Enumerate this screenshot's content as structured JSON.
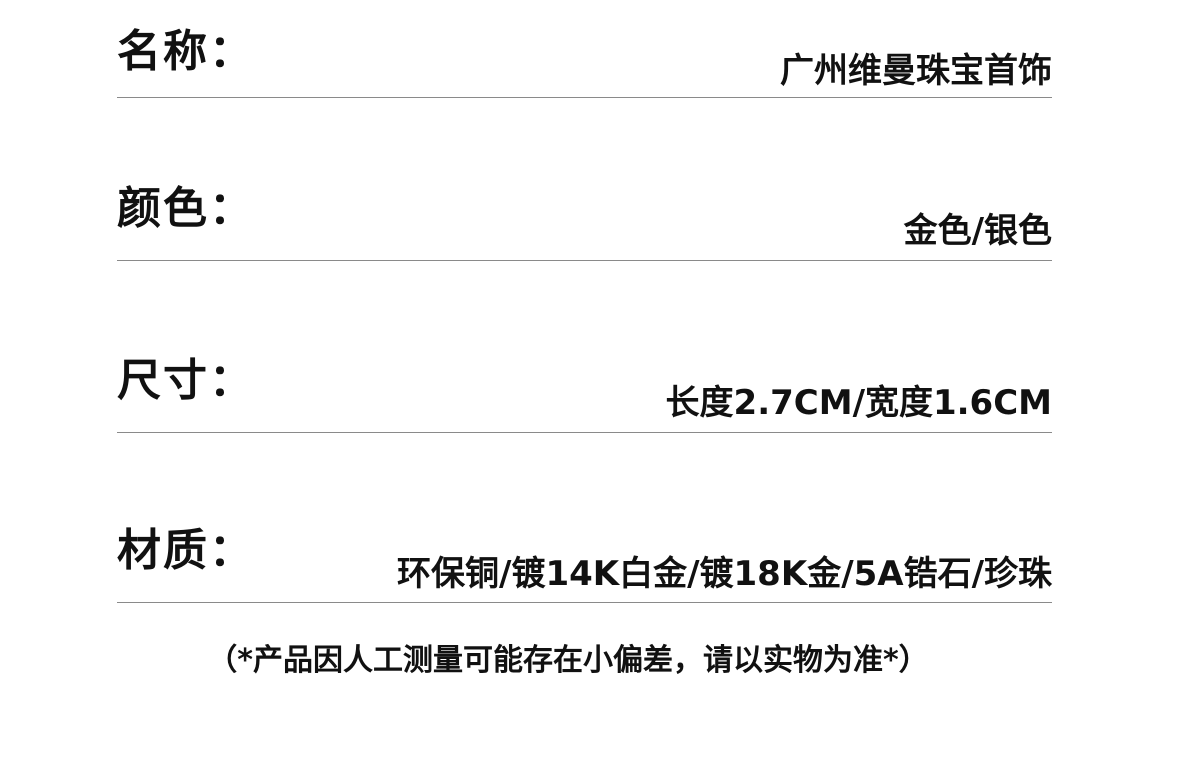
{
  "specs": {
    "name": {
      "label": "名称：",
      "value": "广州维曼珠宝首饰"
    },
    "color": {
      "label": "颜色：",
      "value": "金色/银色"
    },
    "size": {
      "label": "尺寸：",
      "value": "长度2.7CM/宽度1.6CM"
    },
    "material": {
      "label": "材质：",
      "value": "环保铜/镀14K白金/镀18K金/5A锆石/珍珠"
    }
  },
  "disclaimer": "（*产品因人工测量可能存在小偏差，请以实物为准*）",
  "colors": {
    "text": "#111111",
    "divider": "#8a8a8a",
    "background": "#ffffff"
  }
}
